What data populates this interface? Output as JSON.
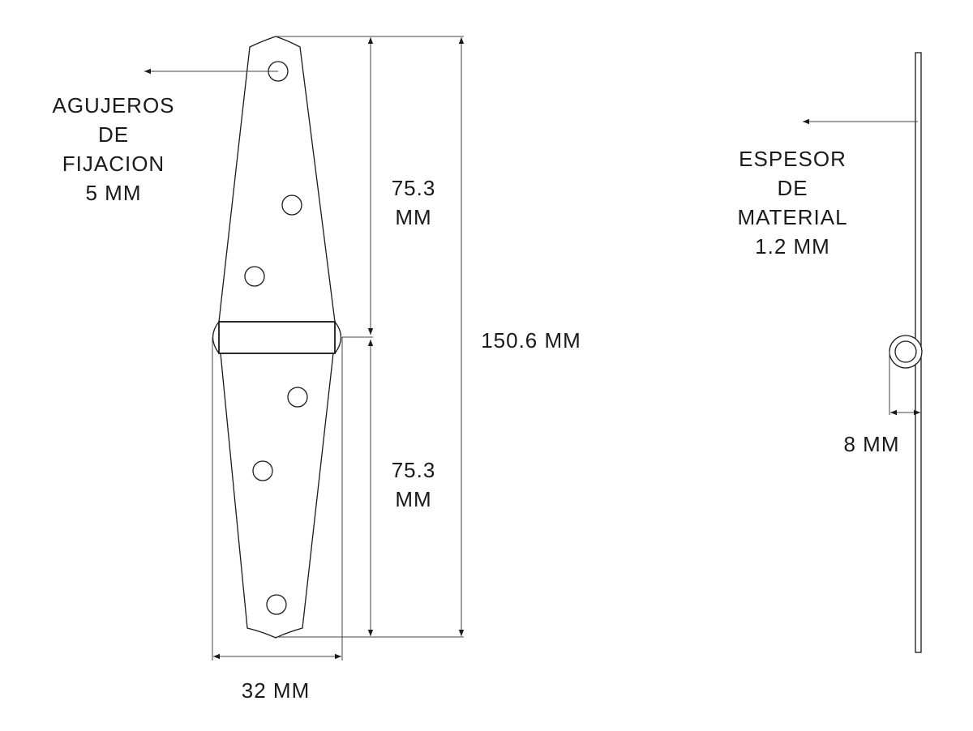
{
  "labels": {
    "holes": [
      "AGUJEROS",
      "DE",
      "FIJACION",
      "5 MM"
    ],
    "upper_leaf": [
      "75.3",
      "MM"
    ],
    "lower_leaf": [
      "75.3",
      "MM"
    ],
    "total_length": "150.6 MM",
    "width": "32 MM",
    "thickness": [
      "ESPESOR",
      "DE",
      "MATERIAL",
      "1.2 MM"
    ],
    "knuckle": "8 MM"
  },
  "colors": {
    "line": "#1a1a1a",
    "dim": "#444444"
  }
}
